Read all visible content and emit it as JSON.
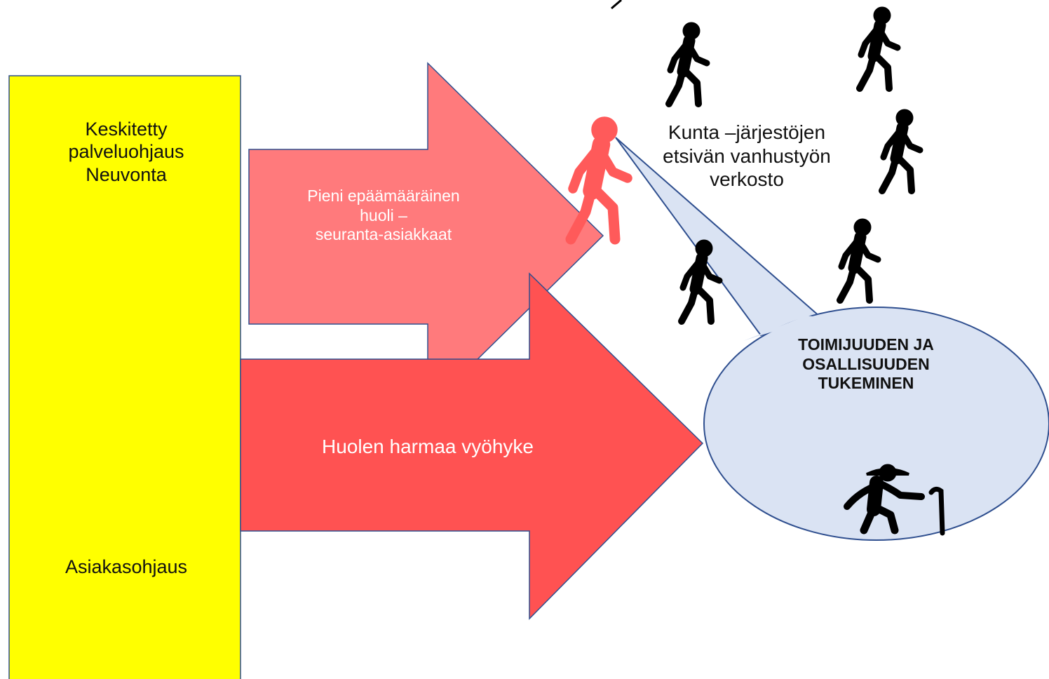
{
  "service_column": {
    "top_lines": [
      "Keskitetty",
      "palveluohjaus",
      "Neuvonta"
    ],
    "bottom_label": "Asiakasohjaus",
    "fill": "#FFFF00"
  },
  "arrows": [
    {
      "lines": [
        "Pieni  epäämääräinen",
        "huoli –",
        "seuranta-asiakkaat"
      ],
      "fill": "#FF7A7C"
    },
    {
      "lines": [
        "Huolen harmaa vyöhyke"
      ],
      "fill": "#FF5252"
    }
  ],
  "network": {
    "lines": [
      "Kunta –järjestöjen",
      "etsivän vanhustyön",
      "verkosto"
    ],
    "highlight_figure_color": "#FF5A5A",
    "figure_color": "#000000",
    "icons": [
      "walking-person-icon",
      "elderly-person-with-cane-icon"
    ]
  },
  "bubble": {
    "lines": [
      "TOIMIJUUDEN JA",
      "OSALLISUUDEN",
      "TUKEMINEN"
    ],
    "fill": "#DAE3F3",
    "stroke": "#2F4F8F"
  }
}
